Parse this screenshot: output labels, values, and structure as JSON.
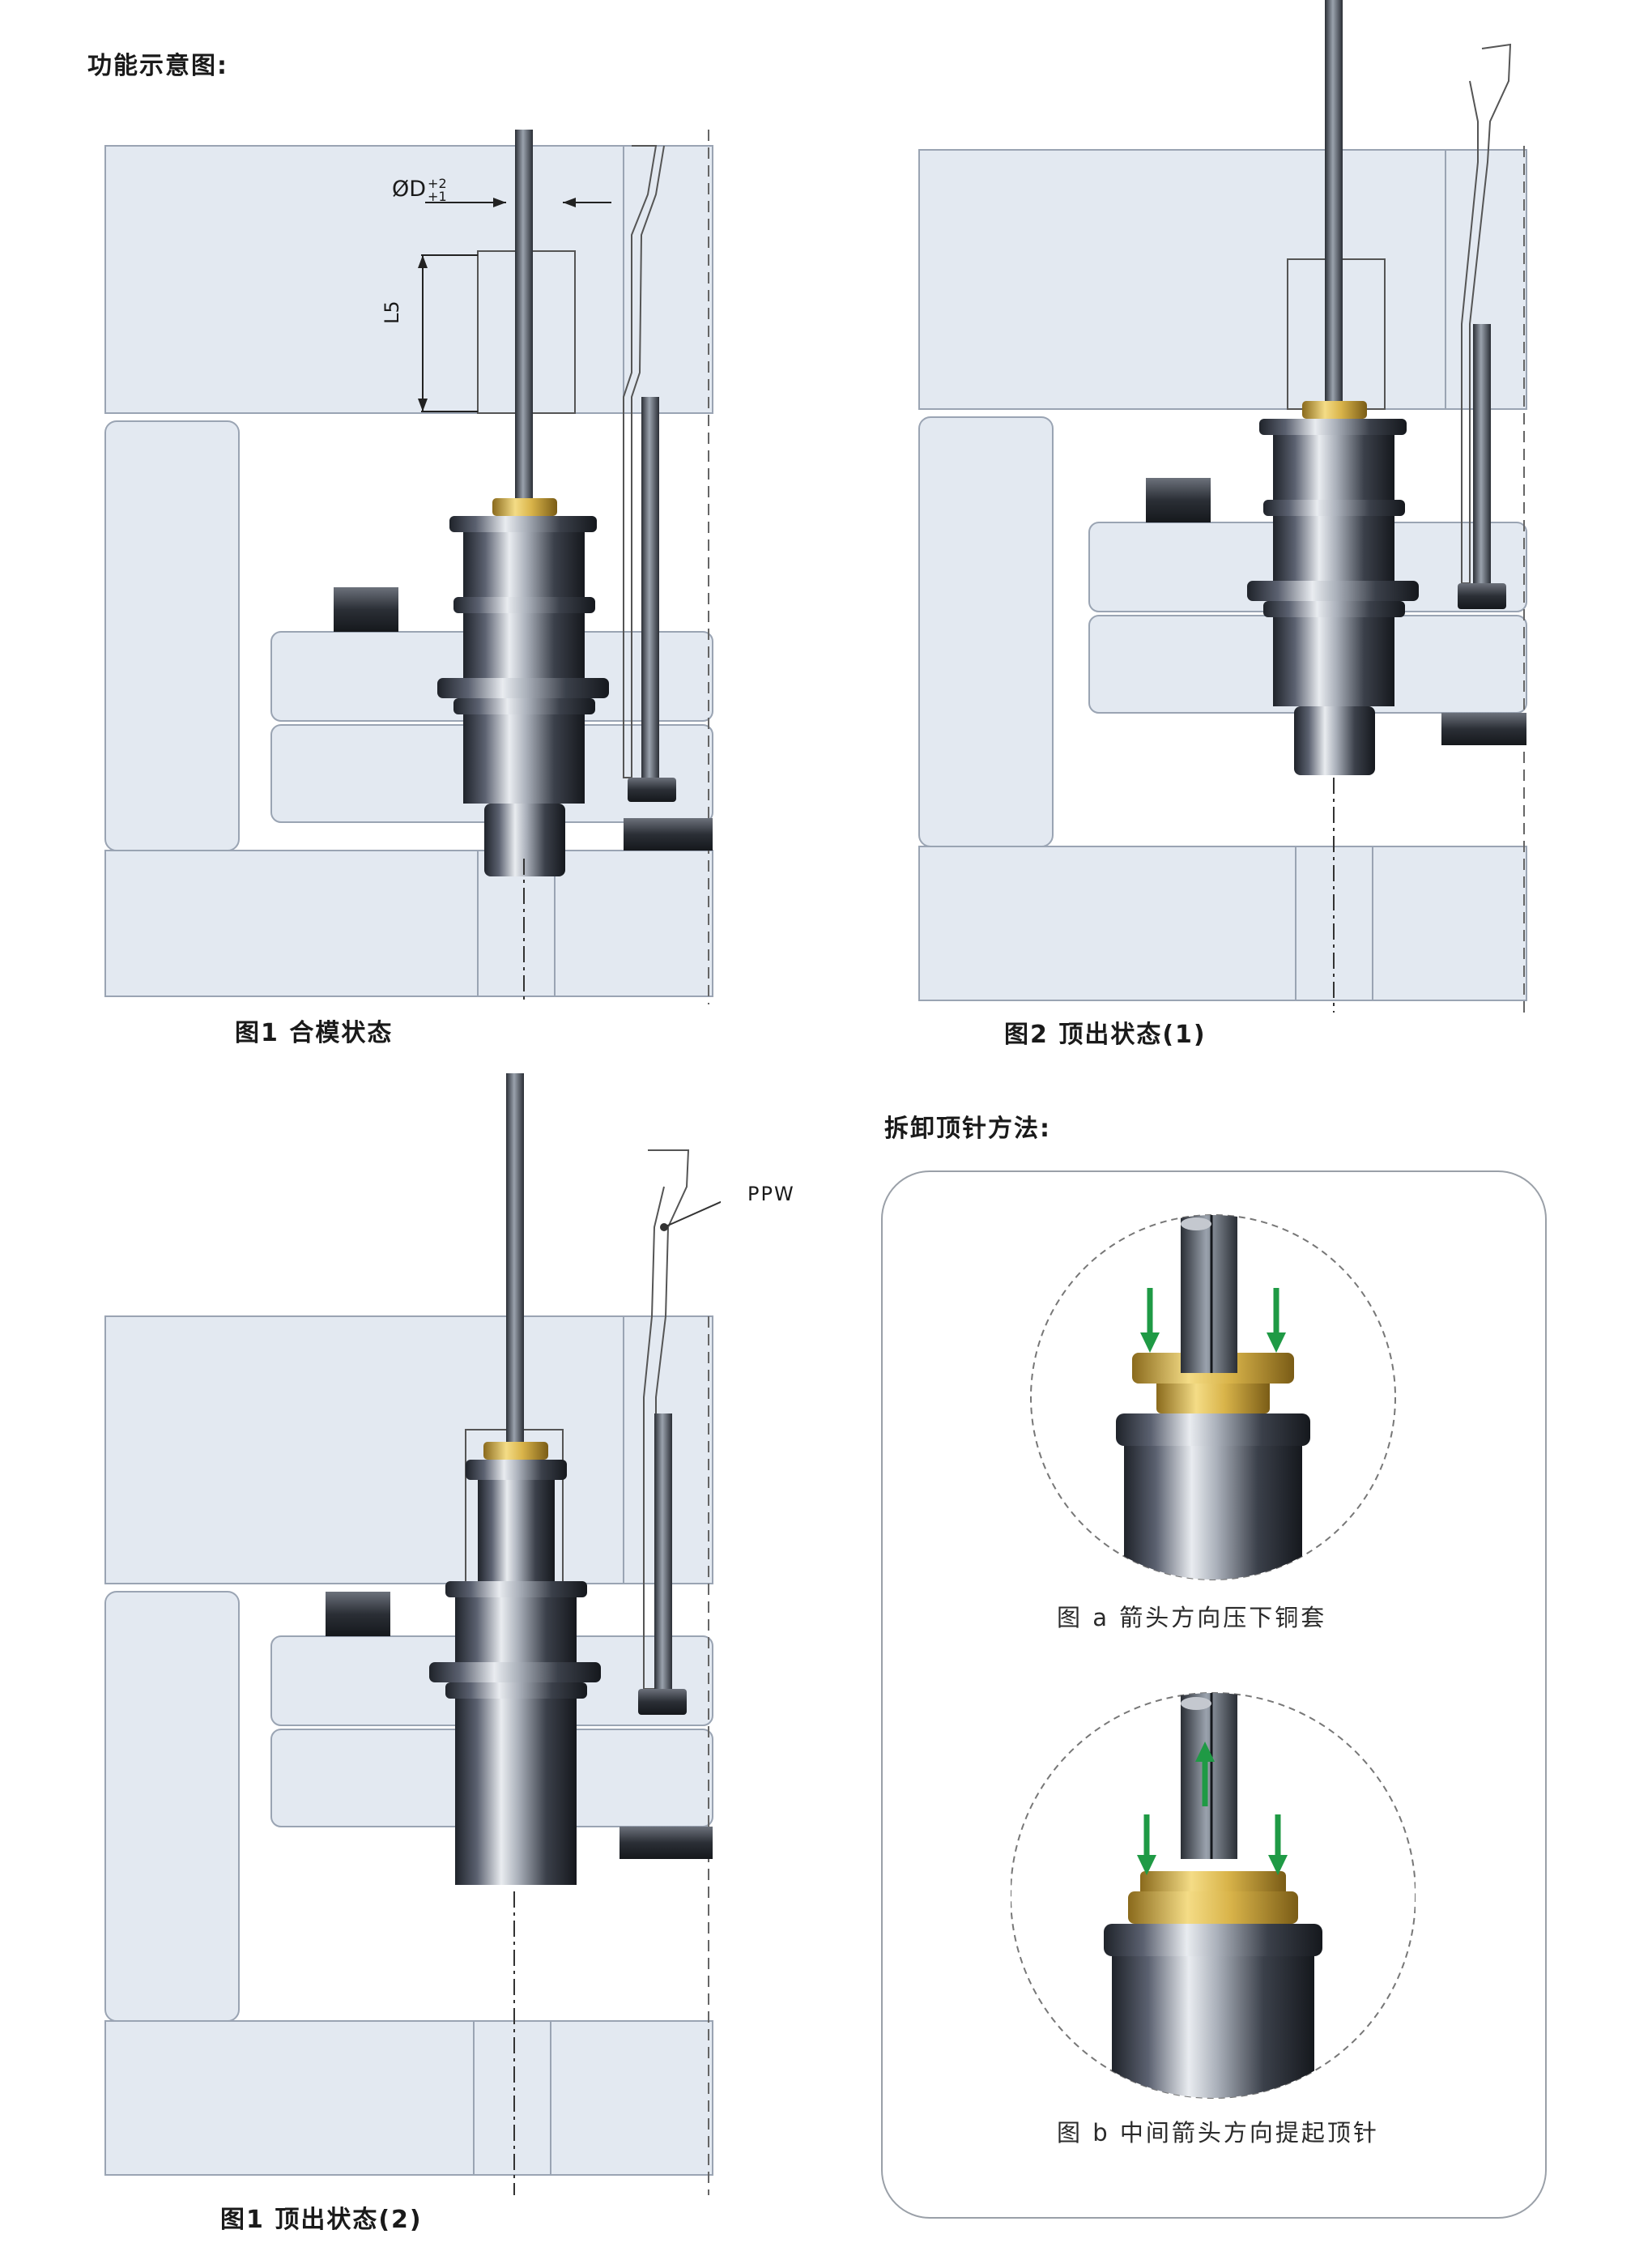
{
  "page": {
    "heading": "功能示意图:",
    "removal_heading": "拆卸顶针方法:"
  },
  "figures": {
    "fig1": {
      "caption": "图1  合模状态",
      "dim_d": "ØD",
      "dim_d_tol_upper": "+2",
      "dim_d_tol_lower": "+1",
      "dim_l": "L5"
    },
    "fig2": {
      "caption": "图2  顶出状态(1)"
    },
    "fig3": {
      "caption": "图1  顶出状态(2)",
      "label_ppw": "PPW"
    },
    "fig_a": {
      "caption": "图 a   箭头方向压下铜套"
    },
    "fig_b": {
      "caption": "图 b   中间箭头方向提起顶针"
    }
  },
  "colors": {
    "plate_fill": "#e3e9f1",
    "plate_stroke": "#9aa4b3",
    "brass": "#d4b24a",
    "arrow_green": "#1f9a45",
    "steel_dark": "#2b2f36"
  }
}
